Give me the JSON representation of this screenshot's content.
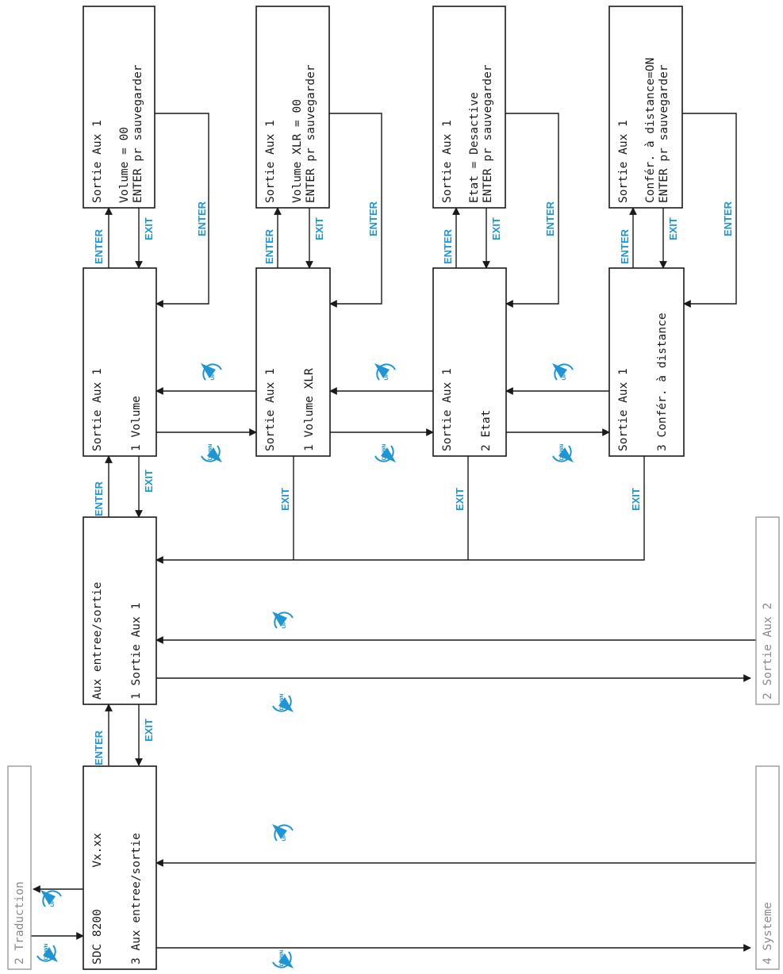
{
  "colors": {
    "accent": "#1e95d4",
    "line": "#1a1a1a",
    "muted": "#9a9a9a"
  },
  "icons": {
    "up": "up-arrow-button-icon",
    "down": "down-arrow-button-icon"
  },
  "keys": {
    "enter": "ENTER",
    "exit": "EXIT",
    "up": "UP",
    "down": "DOWN"
  },
  "screens": {
    "traduction": {
      "line1": "2 Traduction"
    },
    "main": {
      "line1": "SDC 8200      Vx.xx",
      "line2": "3 Aux entree/sortie"
    },
    "systeme": {
      "line1": "4 Systeme"
    },
    "aux_menu": {
      "line1": "Aux entree/sortie",
      "line2": "1 Sortie Aux 1"
    },
    "sortie_aux2": {
      "line1": "2 Sortie Aux 2"
    },
    "m_volume": {
      "line1": "Sortie Aux 1",
      "line2": "1 Volume"
    },
    "m_volume_xlr": {
      "line1": "Sortie Aux 1",
      "line2": "1 Volume XLR"
    },
    "m_etat": {
      "line1": "Sortie Aux 1",
      "line2": "2 Etat"
    },
    "m_confer": {
      "line1": "Sortie Aux 1",
      "line2": "3 Confér. à distance"
    },
    "e_volume": {
      "line1": "Sortie Aux 1",
      "line2": "Volume = 00",
      "line3": "ENTER pr sauvegarder"
    },
    "e_volume_xlr": {
      "line1": "Sortie Aux 1",
      "line2": "Volume XLR = 00",
      "line3": "ENTER pr sauvegarder"
    },
    "e_etat": {
      "line1": "Sortie Aux 1",
      "line2": "Etat = Desactive",
      "line3": "ENTER pr sauvegarder"
    },
    "e_confer": {
      "line1": "Sortie Aux 1",
      "line2": "Confér. à distance=ON",
      "line3": "ENTER pr sauvegarder"
    }
  }
}
